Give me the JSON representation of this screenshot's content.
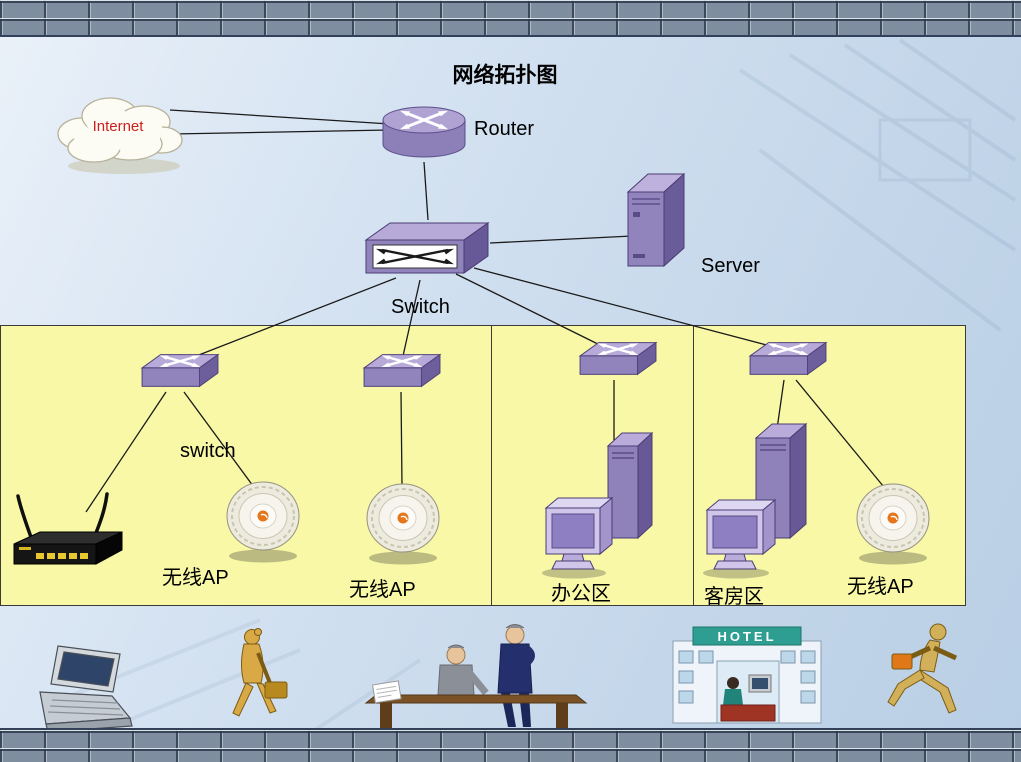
{
  "title": "网络拓扑图",
  "nodes": {
    "internet": {
      "label": "Internet"
    },
    "router": {
      "label": "Router"
    },
    "main_switch": {
      "label": "Switch"
    },
    "server": {
      "label": "Server"
    },
    "floor_switch": {
      "label": "switch"
    },
    "ap1": {
      "label": "无线AP"
    },
    "ap2": {
      "label": "无线AP"
    },
    "ap3": {
      "label": "无线AP"
    },
    "office_area": {
      "label": "办公区"
    },
    "guest_area": {
      "label": "客房区"
    }
  },
  "clipart": {
    "hotel_sign": "HOTEL"
  },
  "colors": {
    "page_background": "#cddeee",
    "brick": "#7f8da0",
    "zone_fill": "#f8f8a6",
    "zone_border": "#3a3a3a",
    "device_purple": "#9184bc",
    "device_purple_light": "#b7aad8",
    "device_purple_dark": "#685996",
    "internet_text": "#cc2020",
    "label_text": "#000000",
    "ap_orange": "#e4761c",
    "hotel_sign_teal": "#2e9e92"
  }
}
